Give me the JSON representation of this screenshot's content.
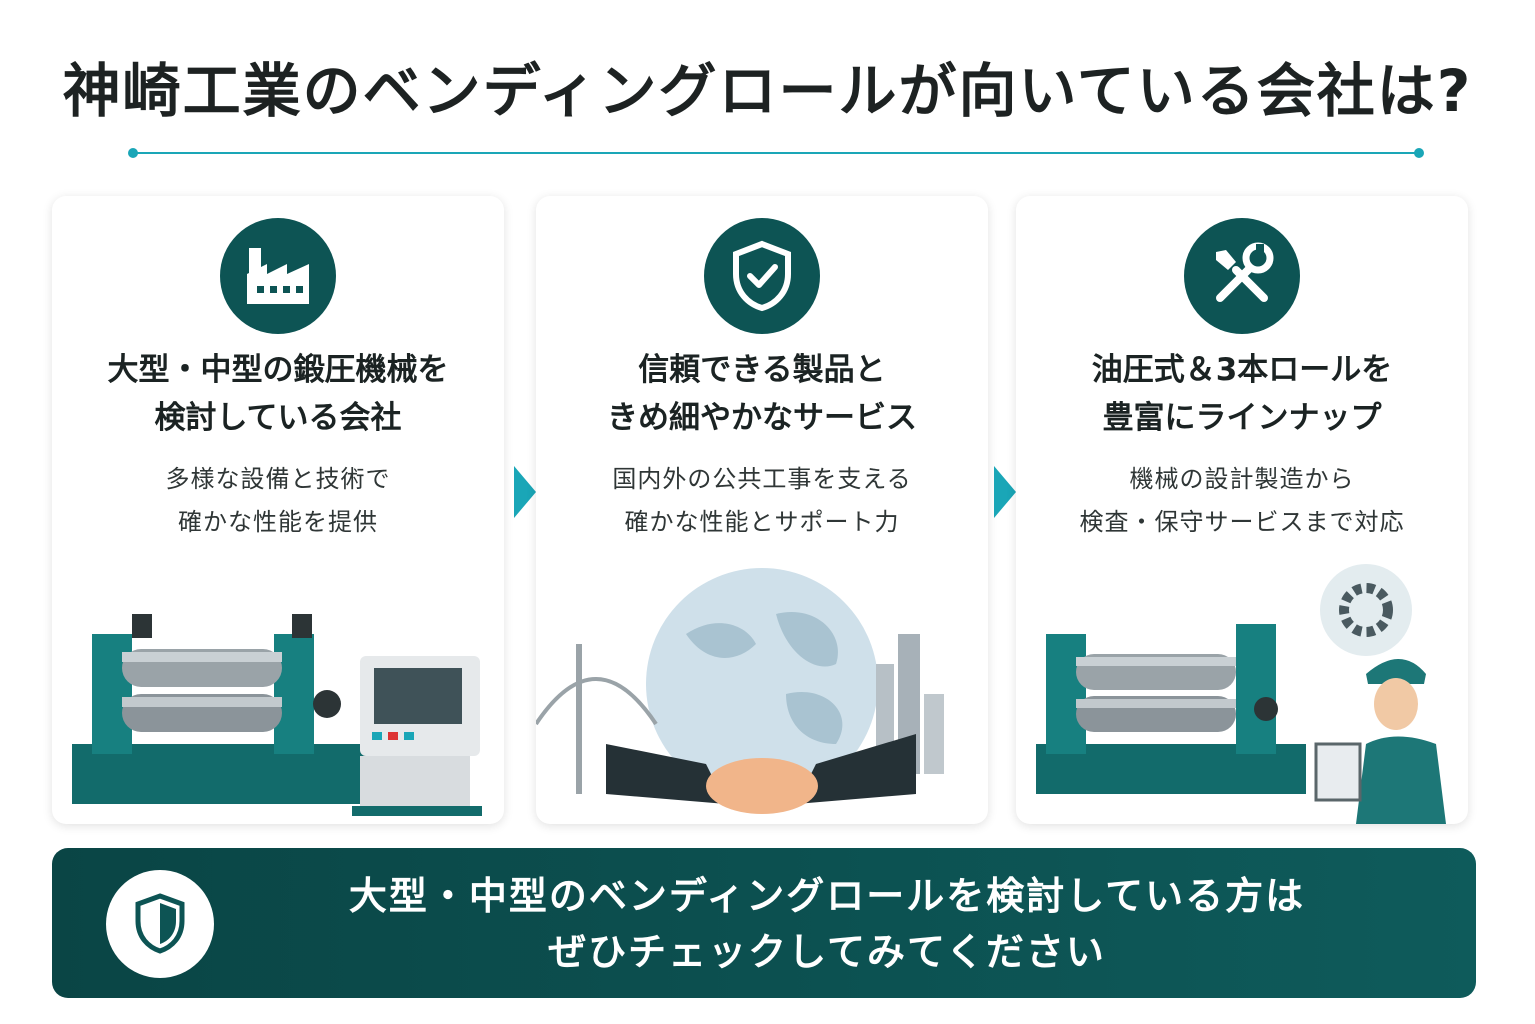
{
  "title": "神崎工業のベンディングロールが向いている会社は?",
  "colors": {
    "accent": "#1aa6b7",
    "primary": "#0d5454",
    "banner": "#0a4545"
  },
  "cards": [
    {
      "icon": "factory-icon",
      "title_line1": "大型・中型の鍛圧機械を",
      "title_line2": "検討している会社",
      "sub_line1": "多様な設備と技術で",
      "sub_line2": "確かな性能を提供"
    },
    {
      "icon": "shield-check-icon",
      "title_line1": "信頼できる製品と",
      "title_line2": "きめ細やかなサービス",
      "sub_line1": "国内外の公共工事を支える",
      "sub_line2": "確かな性能とサポート力"
    },
    {
      "icon": "tools-icon",
      "title_line1": "油圧式＆3本ロールを",
      "title_line2": "豊富にラインナップ",
      "sub_line1": "機械の設計製造から",
      "sub_line2": "検査・保守サービスまで対応"
    }
  ],
  "banner": {
    "icon": "shield-icon",
    "line1": "大型・中型のベンディングロールを検討している方は",
    "line2": "ぜひチェックしてみてください"
  }
}
